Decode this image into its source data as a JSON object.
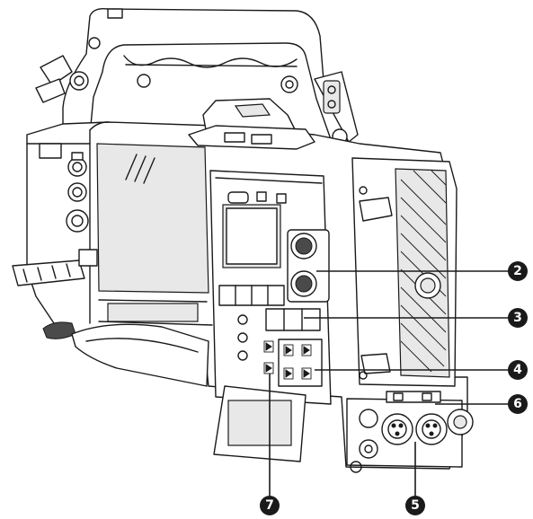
{
  "callouts": {
    "c2": {
      "label": "2"
    },
    "c3": {
      "label": "3"
    },
    "c4": {
      "label": "4"
    },
    "c5": {
      "label": "5"
    },
    "c6": {
      "label": "6"
    },
    "c7": {
      "label": "7"
    }
  }
}
